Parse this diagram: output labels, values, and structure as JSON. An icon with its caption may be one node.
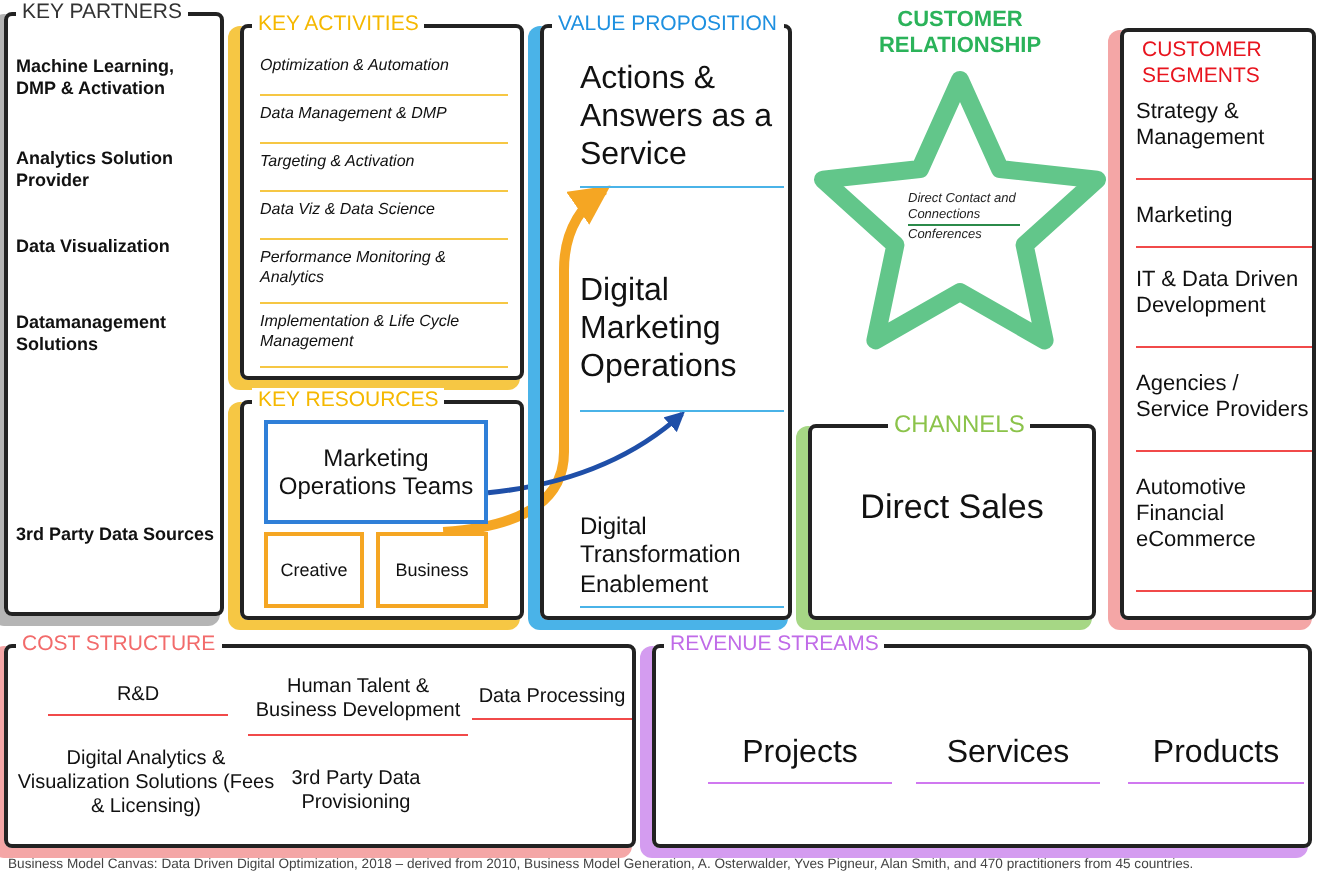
{
  "diagram": {
    "caption": "Business Model Canvas: Data Driven Digital Optimization, 2018 – derived from 2010, Business Model Generation, A. Osterwalder, Yves Pigneur, Alan Smith, and 470 practitioners from 45 countries.",
    "nodes": [
      {
        "text": [
          "KEY PARTNERS"
        ]
      },
      {
        "text": [
          "Machine Learning, DMP & Activation"
        ],
        "in": 0
      },
      {
        "text": [
          "Analytics Solution Provider"
        ],
        "in": 0
      },
      {
        "text": [
          "Data Visualization"
        ],
        "in": 0
      },
      {
        "text": [
          "Datamanagement Solutions"
        ],
        "in": 0
      },
      {
        "text": [
          "3rd Party Data Sources"
        ],
        "in": 0
      },
      {
        "text": [
          "KEY ACTIVITIES"
        ]
      },
      {
        "text": [
          "Optimization & Automation"
        ],
        "in": 6
      },
      {
        "text": [
          "Data Management & DMP"
        ],
        "in": 6
      },
      {
        "text": [
          "Targeting & Activation"
        ],
        "in": 6
      },
      {
        "text": [
          "Data Viz & Data Science"
        ],
        "in": 6
      },
      {
        "text": [
          "Performance Monitoring & Analytics"
        ],
        "in": 6
      },
      {
        "text": [
          "Implementation & Life Cycle Management"
        ],
        "in": 6
      },
      {
        "text": [
          "KEY RESOURCES"
        ]
      },
      {
        "text": [
          "Marketing Operations Teams"
        ],
        "in": 13
      },
      {
        "text": [
          "Creative"
        ],
        "in": 13
      },
      {
        "text": [
          "Business"
        ],
        "in": 13
      },
      {
        "text": [
          "VALUE PROPOSITION"
        ]
      },
      {
        "text": [
          "Actions & Answers as a Service"
        ],
        "in": 17
      },
      {
        "text": [
          "Digital Marketing Operations"
        ],
        "in": 17
      },
      {
        "text": [
          "Digital Transformation Enablement"
        ],
        "in": 17
      },
      {
        "text": [
          "CUSTOMER RELATIONSHIP",
          "Direct Contact and Connections",
          "Conferences"
        ]
      },
      {
        "text": [
          "CHANNELS",
          "Direct Sales"
        ]
      },
      {
        "text": [
          "CUSTOMER SEGMENTS"
        ]
      },
      {
        "text": [
          "Strategy & Management"
        ],
        "in": 23
      },
      {
        "text": [
          "Marketing"
        ],
        "in": 23
      },
      {
        "text": [
          "IT & Data Driven Development"
        ],
        "in": 23
      },
      {
        "text": [
          "Agencies / Service Providers"
        ],
        "in": 23
      },
      {
        "text": [
          "Automotive Financial eCommerce"
        ],
        "in": 23
      },
      {
        "text": [
          "COST STRUCTURE"
        ]
      },
      {
        "text": [
          "R&D"
        ],
        "in": 29
      },
      {
        "text": [
          "Digital Analytics & Visualization Solutions (Fees & Licensing)"
        ],
        "in": 29
      },
      {
        "text": [
          "Human Talent & Business Development"
        ],
        "in": 29
      },
      {
        "text": [
          "3rd Party Data Provisioning"
        ],
        "in": 29
      },
      {
        "text": [
          "Data Processing"
        ],
        "in": 29
      },
      {
        "text": [
          "REVENUE STREAMS"
        ]
      },
      {
        "text": [
          "Projects"
        ],
        "in": 35
      },
      {
        "text": [
          "Services"
        ],
        "in": 35
      },
      {
        "text": [
          "Products"
        ],
        "in": 35
      }
    ],
    "edges": [
      {
        "from": 16,
        "to": 18,
        "arrow": "to",
        "style": "thick",
        "color": "#f5a623"
      },
      {
        "from": 14,
        "to": 19,
        "arrow": "to",
        "color": "#1f4fa8"
      }
    ]
  }
}
